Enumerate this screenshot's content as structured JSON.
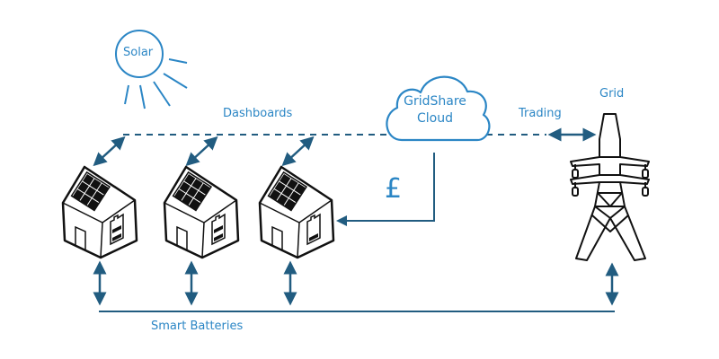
{
  "title": "GridShare energy network diagram",
  "labels": {
    "solar": "Solar",
    "cloud_line1": "GridShare",
    "cloud_line2": "Cloud",
    "dashboards": "Dashboards",
    "trading": "Trading",
    "grid": "Grid",
    "smart_batteries": "Smart Batteries",
    "currency": "£"
  },
  "colors": {
    "label_blue": "#2b86c5",
    "connector_blue": "#215c80",
    "outline_black": "#111111"
  },
  "houses": [
    {
      "name": "house-1",
      "battery_bars": 2
    },
    {
      "name": "house-2",
      "battery_bars": 2
    },
    {
      "name": "house-3",
      "battery_bars": 1
    }
  ]
}
